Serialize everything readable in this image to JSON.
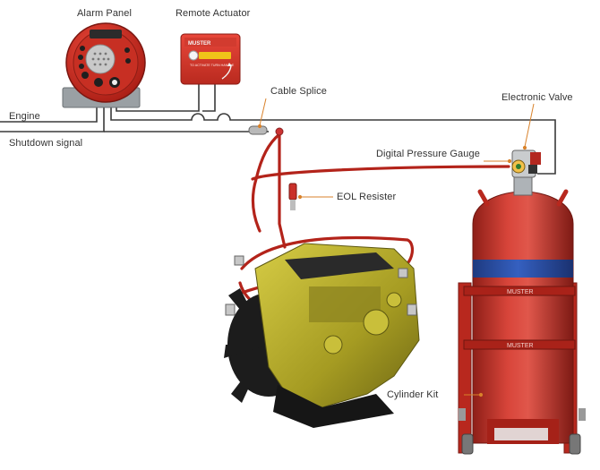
{
  "labels": {
    "alarm_panel": "Alarm Panel",
    "remote_actuator": "Remote Actuator",
    "cable_splice": "Cable Splice",
    "electronic_valve": "Electronic Valve",
    "engine": "Engine",
    "shutdown_signal": "Shutdown signal",
    "digital_pressure_gauge": "Digital Pressure Gauge",
    "eol_resister": "EOL Resister",
    "cylinder_kit": "Cylinder Kit"
  },
  "branding": {
    "cylinder_band_text": "MUSTER",
    "actuator_brand": "MUSTER",
    "actuator_instruction": "TO ACTIVATE TURN HANDLE"
  },
  "colors": {
    "pipe_red": "#c0281e",
    "cylinder_red": "#c8352b",
    "cylinder_band_blue": "#2a4fa8",
    "engine_yellow": "#b8ad2a",
    "cable": "#333333",
    "label_text": "#333333",
    "leader_orange": "#d9822b"
  }
}
